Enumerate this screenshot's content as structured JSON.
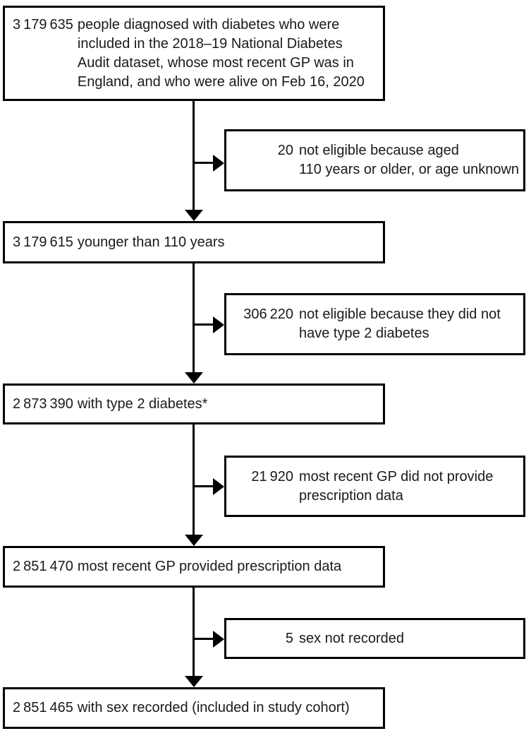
{
  "diagram": {
    "colors": {
      "border": "#000000",
      "background": "#ffffff",
      "text": "#1a1a1a"
    },
    "main_boxes": [
      {
        "number": "3 179 635",
        "text": "people diagnosed with diabetes who were\nincluded in the 2018–19 National Diabetes\nAudit dataset, whose most recent GP was in\nEngland, and who were alive on Feb 16, 2020"
      },
      {
        "number": "3 179 615",
        "text": "younger than 110 years"
      },
      {
        "number": "2 873 390",
        "text": "with type 2 diabetes*"
      },
      {
        "number": "2 851 470",
        "text": "most recent GP provided prescription data"
      },
      {
        "number": "2 851 465",
        "text": "with sex recorded (included in study cohort)"
      }
    ],
    "exclusion_boxes": [
      {
        "number": "20",
        "text": "not eligible because aged\n110 years or older, or age unknown"
      },
      {
        "number": "306 220",
        "text": "not eligible because they did not\nhave type 2 diabetes"
      },
      {
        "number": "21 920",
        "text": "most recent GP did not provide\nprescription data"
      },
      {
        "number": "5",
        "text": "sex not recorded"
      }
    ]
  }
}
